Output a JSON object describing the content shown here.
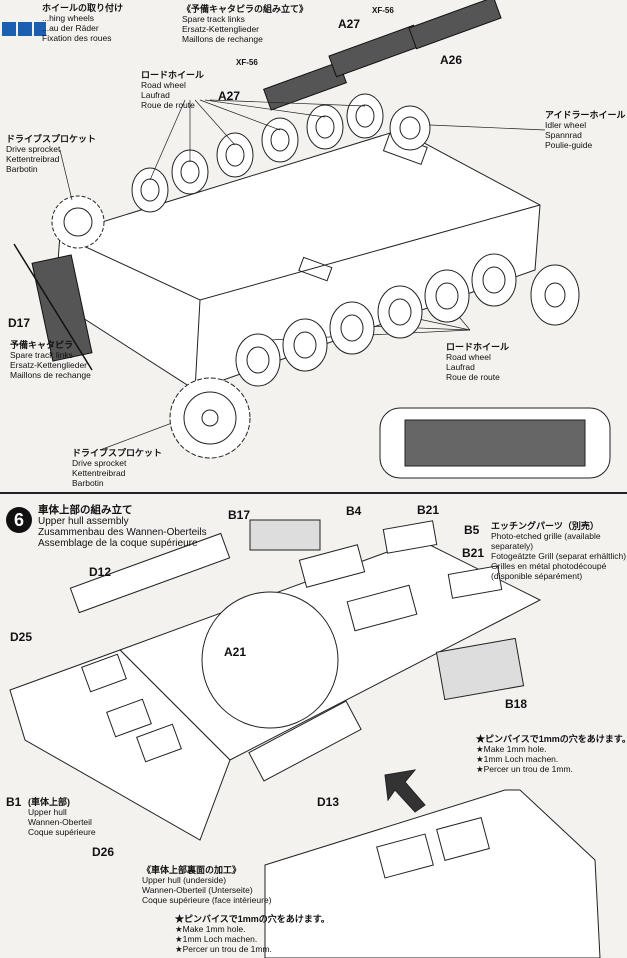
{
  "top": {
    "wheels_title": [
      "ホイールの取り付け",
      "...hing wheels",
      "...au der Räder",
      "Fixation des roues"
    ],
    "spare_title": [
      "《予備キャタピラの組み立て》",
      "Spare track links",
      "Ersatz-Kettenglieder",
      "Maillons de rechange"
    ],
    "xf56_a": "XF-56",
    "xf56_b": "XF-56",
    "a27_a": "A27",
    "a27_b": "A27",
    "a26": "A26",
    "road_wheel_top": [
      "ロードホイール",
      "Road wheel",
      "Laufrad",
      "Roue de route"
    ],
    "idler": [
      "アイドラーホイール",
      "Idler wheel",
      "Spannrad",
      "Poulie-guide"
    ],
    "drive_top": [
      "ドライブスプロケット",
      "Drive sprocket",
      "Kettentreibrad",
      "Barbotin"
    ],
    "d17": "D17",
    "spare_links": [
      "予備キャタピラ",
      "Spare track links",
      "Ersatz-Kettenglieder",
      "Maillons de rechange"
    ],
    "road_wheel_bottom": [
      "ロードホイール",
      "Road wheel",
      "Laufrad",
      "Roue de route"
    ],
    "drive_bottom": [
      "ドライブスプロケット",
      "Drive sprocket",
      "Kettentreibrad",
      "Barbotin"
    ]
  },
  "step6": {
    "number": "6",
    "title": [
      "車体上部の組み立て",
      "Upper hull assembly",
      "Zusammenbau des Wannen-Oberteils",
      "Assemblage de la coque supérieure"
    ],
    "etching": [
      "エッチングパーツ（別売）",
      "Photo-etched grille (available",
      "separately)",
      "Fotogeätzte Grill (separat erhältlich)",
      "Grilles en métal photodécoupé",
      "(disponible séparément)"
    ],
    "parts": {
      "b17": "B17",
      "b4": "B4",
      "b21a": "B21",
      "b5": "B5",
      "b21b": "B21",
      "d12": "D12",
      "d25": "D25",
      "a21": "A21",
      "b18": "B18",
      "b1": "B1",
      "d26": "D26",
      "d13": "D13"
    },
    "b1_label": [
      "(車体上部)",
      "Upper hull",
      "Wannen-Oberteil",
      "Coque supérieure"
    ],
    "hole_note_right": [
      "★ピンバイスで1mmの穴をあけます。",
      "★Make 1mm hole.",
      "★1mm Loch machen.",
      "★Percer un trou de 1mm."
    ],
    "underside_title": [
      "《車体上部裏面の加工》",
      "Upper hull (underside)",
      "Wannen-Oberteil (Unterseite)",
      "Coque supérieure (face intérieure)"
    ],
    "hole_note_bottom": [
      "★ピンバイスで1mmの穴をあけます。",
      "★Make 1mm hole.",
      "★1mm Loch machen.",
      "★Percer un trou de 1mm."
    ]
  }
}
